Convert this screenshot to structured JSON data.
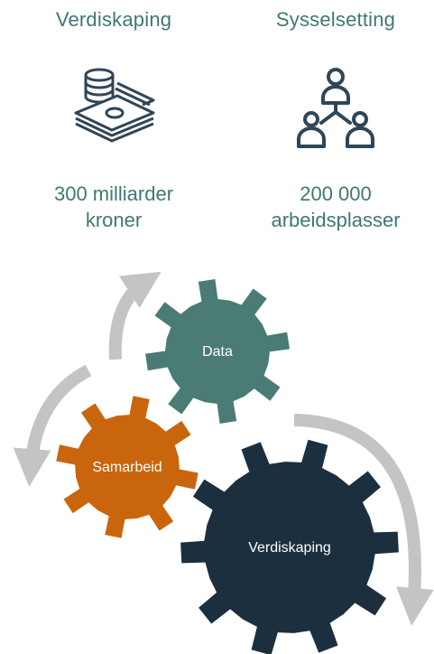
{
  "stats": [
    {
      "heading": "Verdiskaping",
      "value_line1": "300 milliarder",
      "value_line2": "kroner",
      "icon": "money-stack-icon"
    },
    {
      "heading": "Sysselsetting",
      "value_line1": "200 000",
      "value_line2": "arbeidsplasser",
      "icon": "people-network-icon"
    }
  ],
  "gears": [
    {
      "label": "Data",
      "color": "#4a7b75"
    },
    {
      "label": "Samarbeid",
      "color": "#c9650c"
    },
    {
      "label": "Verdiskaping",
      "color": "#1b2f3f"
    }
  ],
  "colors": {
    "text": "#3f7872",
    "icon": "#2f4657",
    "arrow": "#c4c4c4"
  }
}
